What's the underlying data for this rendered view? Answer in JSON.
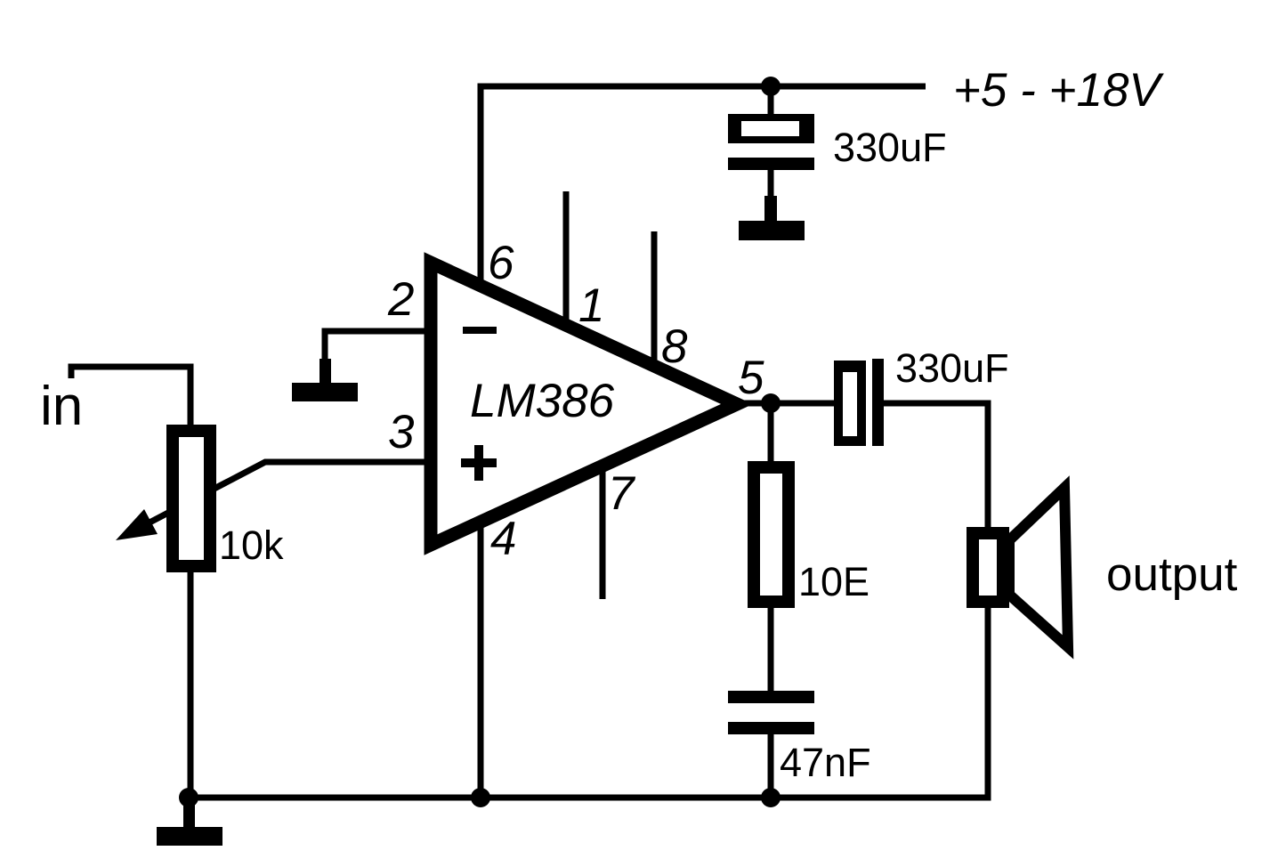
{
  "diagram": {
    "type": "circuit-schematic",
    "subject": "LM386 audio power amplifier",
    "colors": {
      "background": "#ffffff",
      "ink": "#000000"
    }
  },
  "ic": {
    "label": "LM386",
    "pin1": "1",
    "pin2": "2",
    "pin3": "3",
    "pin4": "4",
    "pin5": "5",
    "pin6": "6",
    "pin7": "7",
    "pin8": "8"
  },
  "labels": {
    "input": "in",
    "pot_value": "10k",
    "supply_range": "+5 - +18V",
    "supply_cap_value": "330uF",
    "output_cap_value": "330uF",
    "zobel_resistor_value": "10E",
    "zobel_cap_value": "47nF",
    "output": "output"
  }
}
